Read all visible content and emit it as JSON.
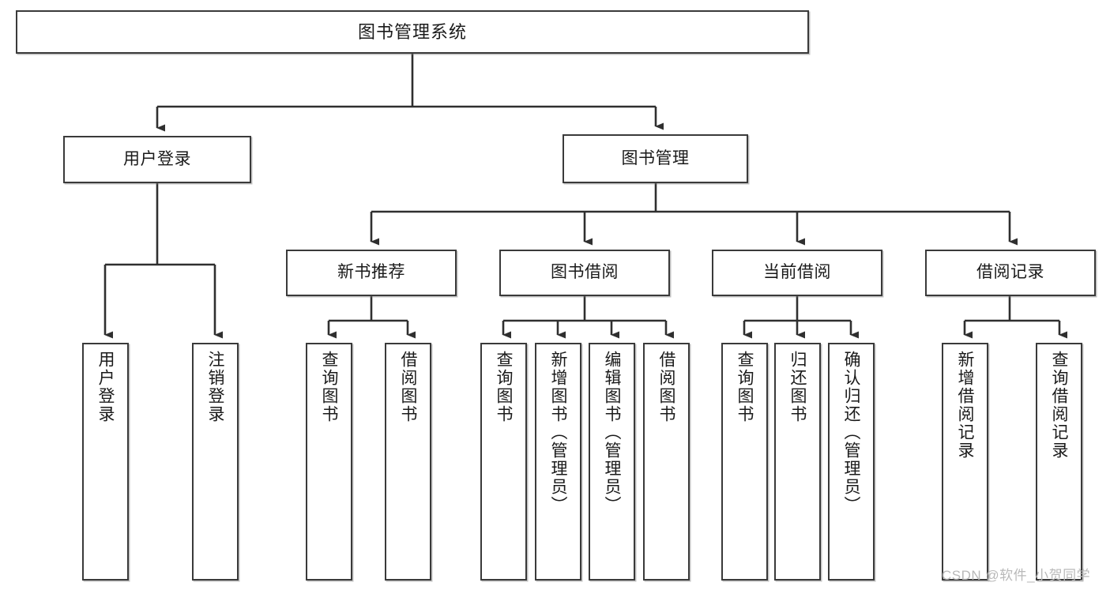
{
  "diagram": {
    "type": "tree-hierarchy",
    "title": "图书管理系统",
    "watermark": "CSDN @软件_小贺同学",
    "nodes": {
      "root": {
        "label": "图书管理系统"
      },
      "level2": [
        {
          "id": "user-login",
          "label": "用户登录"
        },
        {
          "id": "book-manage",
          "label": "图书管理"
        }
      ],
      "level3": [
        {
          "id": "new-book-recommend",
          "label": "新书推荐"
        },
        {
          "id": "book-borrow",
          "label": "图书借阅"
        },
        {
          "id": "current-borrow",
          "label": "当前借阅"
        },
        {
          "id": "borrow-record",
          "label": "借阅记录"
        }
      ],
      "leaves": [
        {
          "id": "leaf-user-login",
          "label": "用户登录"
        },
        {
          "id": "leaf-user-logout",
          "label": "注销登录"
        },
        {
          "id": "leaf-query-book-1",
          "label": "查询图书"
        },
        {
          "id": "leaf-borrow-book-1",
          "label": "借阅图书"
        },
        {
          "id": "leaf-query-book-2",
          "label": "查询图书"
        },
        {
          "id": "leaf-add-book",
          "label": "新增图书（管理员）"
        },
        {
          "id": "leaf-edit-book",
          "label": "编辑图书（管理员）"
        },
        {
          "id": "leaf-borrow-book-2",
          "label": "借阅图书"
        },
        {
          "id": "leaf-query-book-3",
          "label": "查询图书"
        },
        {
          "id": "leaf-return-book",
          "label": "归还图书"
        },
        {
          "id": "leaf-confirm-return",
          "label": "确认归还（管理员）"
        },
        {
          "id": "leaf-add-record",
          "label": "新增借阅记录"
        },
        {
          "id": "leaf-query-record",
          "label": "查询借阅记录"
        }
      ]
    },
    "colors": {
      "stroke": "#3a3a3a",
      "fill": "#ffffff",
      "text": "#1a1a1a",
      "watermark": "#b9b9b9"
    }
  }
}
